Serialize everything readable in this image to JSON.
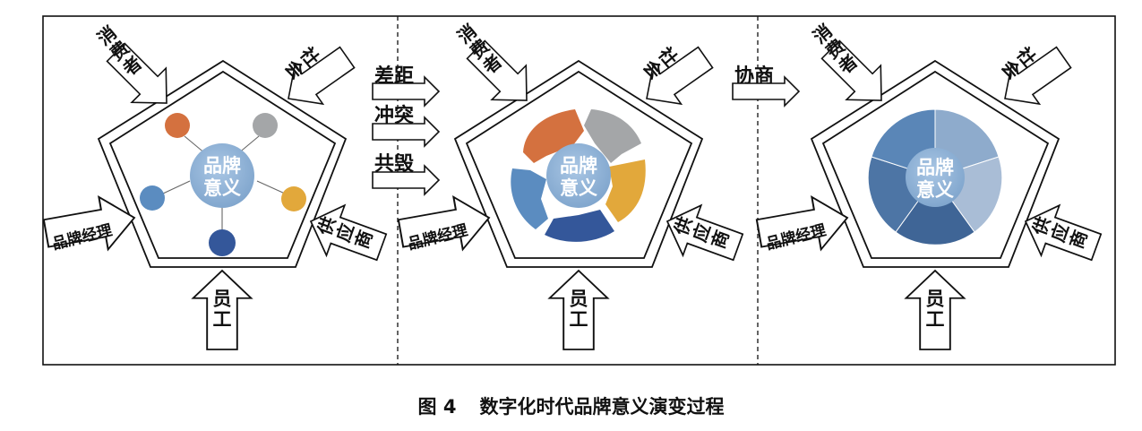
{
  "caption": {
    "figure_number": "图 4",
    "title": "数字化时代品牌意义演变过程"
  },
  "stakeholders": {
    "consumer": "消费者",
    "society": "社会",
    "brand_manager": "品牌经理",
    "supplier": "供应商",
    "employee": "员工"
  },
  "center_label": {
    "line1": "品牌",
    "line2": "意义"
  },
  "transitions": {
    "gap": "差距",
    "conflict": "冲突",
    "mutual_destruction": "共毁",
    "negotiation": "协商"
  },
  "colors": {
    "orange": "#d4713f",
    "gray": "#a4a6a8",
    "gold": "#e2a83b",
    "blue": "#5b8cc0",
    "navy": "#34579a",
    "center": "#8fb3d6",
    "slate1": "#5a86b7",
    "slate2": "#8eabcc",
    "slate3": "#a9bdd6",
    "slate4": "#3f6596",
    "slate5": "#4d75a5"
  }
}
